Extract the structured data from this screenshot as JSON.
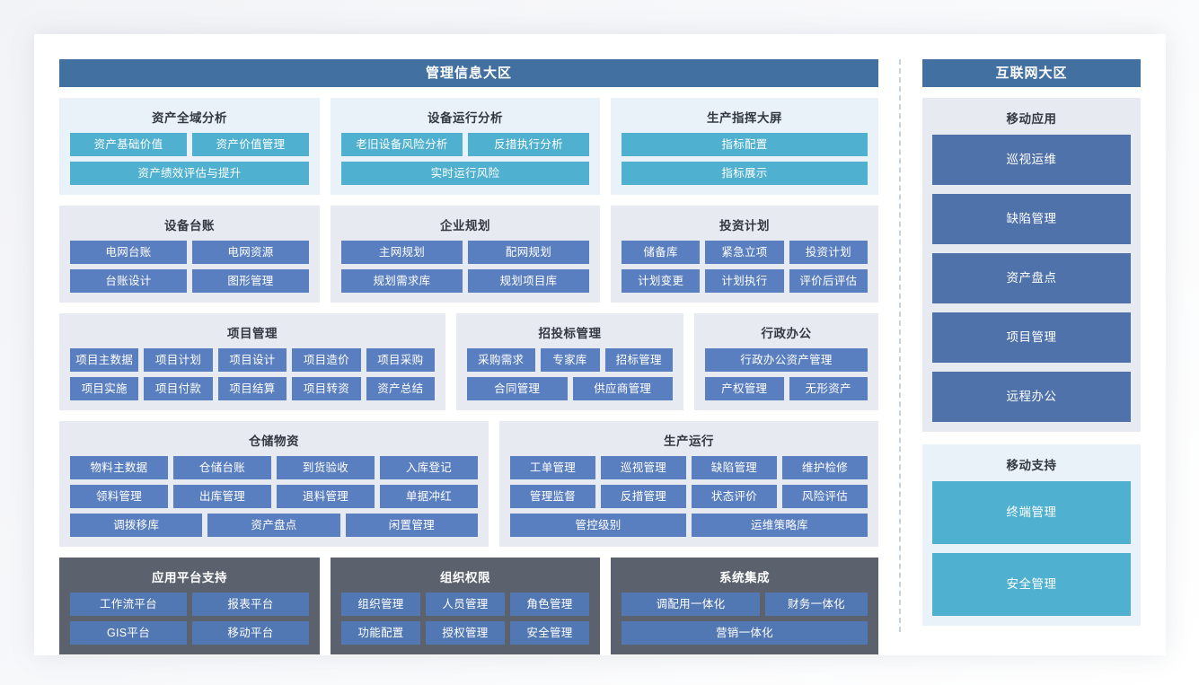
{
  "colors": {
    "region_bar": "#4270a0",
    "cyan_tile": "#4fb0d0",
    "blue_tile": "#5a7fc0",
    "dark_panel": "#5b626e",
    "light_panel": "#eaf2f9",
    "grayblue_panel": "#e7eaf0",
    "divider": "#c6d2e2"
  },
  "left_region": {
    "title": "管理信息大区",
    "row1": [
      {
        "title": "资产全域分析",
        "panel_style": "cyan",
        "rows": [
          [
            {
              "label": "资产基础价值"
            },
            {
              "label": "资产价值管理"
            }
          ],
          [
            {
              "label": "资产绩效评估与提升"
            }
          ]
        ]
      },
      {
        "title": "设备运行分析",
        "panel_style": "cyan",
        "rows": [
          [
            {
              "label": "老旧设备风险分析"
            },
            {
              "label": "反措执行分析"
            }
          ],
          [
            {
              "label": "实时运行风险"
            }
          ]
        ]
      },
      {
        "title": "生产指挥大屏",
        "panel_style": "cyan",
        "rows": [
          [
            {
              "label": "指标配置"
            }
          ],
          [
            {
              "label": "指标展示"
            }
          ]
        ]
      }
    ],
    "row2": [
      {
        "title": "设备台账",
        "panel_style": "grayblue",
        "rows": [
          [
            {
              "label": "电网台账"
            },
            {
              "label": "电网资源"
            }
          ],
          [
            {
              "label": "台账设计"
            },
            {
              "label": "图形管理"
            }
          ]
        ]
      },
      {
        "title": "企业规划",
        "panel_style": "grayblue",
        "rows": [
          [
            {
              "label": "主网规划"
            },
            {
              "label": "配网规划"
            }
          ],
          [
            {
              "label": "规划需求库"
            },
            {
              "label": "规划项目库"
            }
          ]
        ]
      },
      {
        "title": "投资计划",
        "panel_style": "grayblue",
        "rows": [
          [
            {
              "label": "储备库"
            },
            {
              "label": "紧急立项"
            },
            {
              "label": "投资计划"
            }
          ],
          [
            {
              "label": "计划变更"
            },
            {
              "label": "计划执行"
            },
            {
              "label": "评价后评估"
            }
          ]
        ]
      }
    ],
    "row3": [
      {
        "title": "项目管理",
        "panel_style": "grayblue",
        "rows": [
          [
            {
              "label": "项目主数据"
            },
            {
              "label": "项目计划"
            },
            {
              "label": "项目设计"
            },
            {
              "label": "项目造价"
            },
            {
              "label": "项目采购"
            }
          ],
          [
            {
              "label": "项目实施"
            },
            {
              "label": "项目付款"
            },
            {
              "label": "项目结算"
            },
            {
              "label": "项目转资"
            },
            {
              "label": "资产总结"
            }
          ]
        ]
      },
      {
        "title": "招投标管理",
        "panel_style": "grayblue",
        "rows": [
          [
            {
              "label": "采购需求"
            },
            {
              "label": "专家库"
            },
            {
              "label": "招标管理"
            }
          ],
          [
            {
              "label": "合同管理"
            },
            {
              "label": "供应商管理"
            }
          ]
        ]
      },
      {
        "title": "行政办公",
        "panel_style": "grayblue",
        "rows": [
          [
            {
              "label": "行政办公资产管理"
            }
          ],
          [
            {
              "label": "产权管理"
            },
            {
              "label": "无形资产"
            }
          ]
        ]
      }
    ],
    "row4": [
      {
        "title": "仓储物资",
        "panel_style": "grayblue",
        "rows": [
          [
            {
              "label": "物料主数据"
            },
            {
              "label": "仓储台账"
            },
            {
              "label": "到货验收"
            },
            {
              "label": "入库登记"
            }
          ],
          [
            {
              "label": "领料管理"
            },
            {
              "label": "出库管理"
            },
            {
              "label": "退料管理"
            },
            {
              "label": "单据冲红"
            }
          ],
          [
            {
              "label": "调拨移库"
            },
            {
              "label": "资产盘点"
            },
            {
              "label": "闲置管理"
            }
          ]
        ]
      },
      {
        "title": "生产运行",
        "panel_style": "grayblue",
        "rows": [
          [
            {
              "label": "工单管理"
            },
            {
              "label": "巡视管理"
            },
            {
              "label": "缺陷管理"
            },
            {
              "label": "维护检修"
            }
          ],
          [
            {
              "label": "管理监督"
            },
            {
              "label": "反措管理"
            },
            {
              "label": "状态评价"
            },
            {
              "label": "风险评估"
            }
          ],
          [
            {
              "label": "管控级别"
            },
            {
              "label": "运维策略库"
            }
          ]
        ]
      }
    ],
    "row5": [
      {
        "title": "应用平台支持",
        "panel_style": "dark",
        "rows": [
          [
            {
              "label": "工作流平台"
            },
            {
              "label": "报表平台"
            }
          ],
          [
            {
              "label": "GIS平台"
            },
            {
              "label": "移动平台"
            }
          ]
        ]
      },
      {
        "title": "组织权限",
        "panel_style": "dark",
        "rows": [
          [
            {
              "label": "组织管理"
            },
            {
              "label": "人员管理"
            },
            {
              "label": "角色管理"
            }
          ],
          [
            {
              "label": "功能配置"
            },
            {
              "label": "授权管理"
            },
            {
              "label": "安全管理"
            }
          ]
        ]
      },
      {
        "title": "系统集成",
        "panel_style": "dark",
        "rows": [
          [
            {
              "label": "调配用一体化"
            },
            {
              "label": "财务一体化"
            }
          ],
          [
            {
              "label": "营销一体化"
            }
          ]
        ]
      }
    ]
  },
  "right_region": {
    "title": "互联网大区",
    "groups": [
      {
        "title": "移动应用",
        "style": "blue",
        "items": [
          {
            "label": "巡视运维"
          },
          {
            "label": "缺陷管理"
          },
          {
            "label": "资产盘点"
          },
          {
            "label": "项目管理"
          },
          {
            "label": "远程办公"
          }
        ]
      },
      {
        "title": "移动支持",
        "style": "cyan",
        "items": [
          {
            "label": "终端管理"
          },
          {
            "label": "安全管理"
          }
        ]
      }
    ]
  }
}
